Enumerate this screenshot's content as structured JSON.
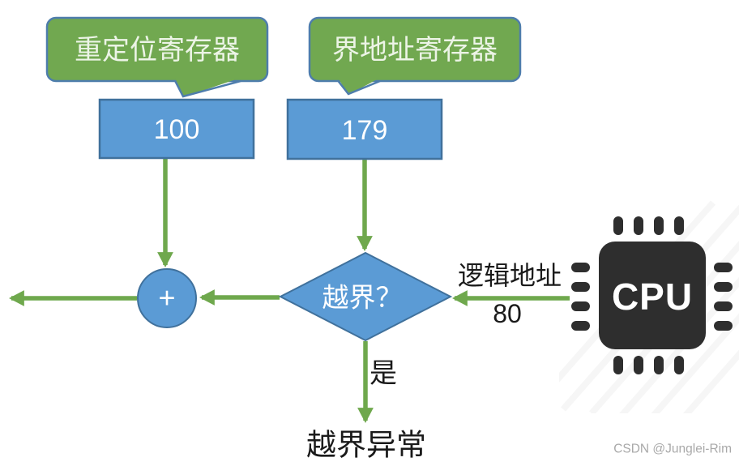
{
  "colors": {
    "shape_blue": "#5b9bd5",
    "shape_border_blue": "#40719c",
    "bubble_green": "#71a850",
    "bubble_border": "#4e7dac",
    "arrow_green": "#6fa84d",
    "cpu_dark": "#2e2e2e",
    "text_dark": "#1a1a1a",
    "watermark_gray": "#a9a9a9"
  },
  "callouts": {
    "relocation": "重定位寄存器",
    "limit": "界地址寄存器"
  },
  "registers": {
    "relocation_value": "100",
    "limit_value": "179"
  },
  "adder": {
    "symbol": "+"
  },
  "decision": {
    "label": "越界？"
  },
  "cpu": {
    "label": "CPU"
  },
  "logical_address": {
    "label": "逻辑地址",
    "value": "80"
  },
  "branch": {
    "yes_label": "是"
  },
  "exception": {
    "label": "越界异常"
  },
  "watermark": "CSDN @Junglei-Rim"
}
